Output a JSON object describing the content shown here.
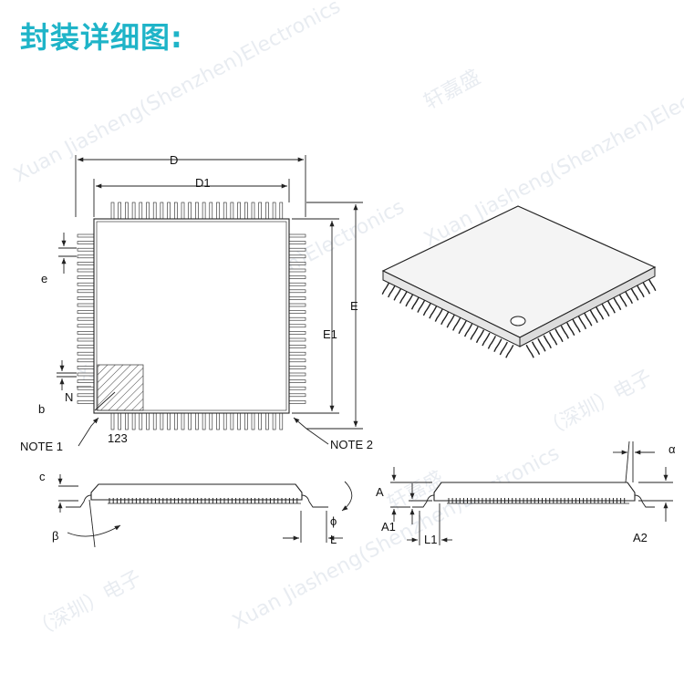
{
  "heading": "封装详细图:",
  "watermark": [
    "Xuan Jiasheng(Shenzhen)Electronics",
    "轩嘉盛",
    "（深圳）电子"
  ],
  "colors": {
    "heading": "#1fb4c8",
    "line": "#222222",
    "watermark": "#d7dde6"
  },
  "labels": {
    "D": "D",
    "D1": "D1",
    "E": "E",
    "E1": "E1",
    "e": "e",
    "b": "b",
    "N": "N",
    "note1": "NOTE 1",
    "note2": "NOTE 2",
    "pins": "123",
    "c": "c",
    "beta": "β",
    "phi": "ϕ",
    "L": "L",
    "A": "A",
    "A1": "A1",
    "L1": "L1",
    "A2": "A2",
    "alpha": "α"
  }
}
